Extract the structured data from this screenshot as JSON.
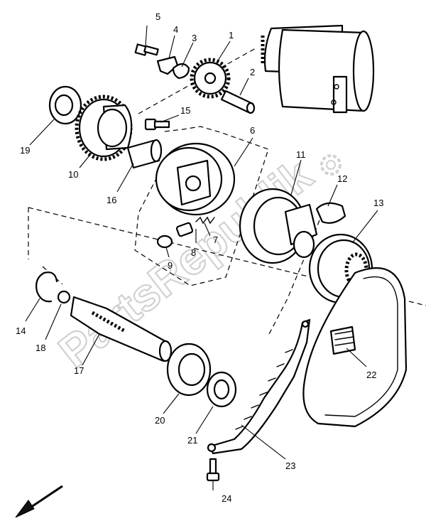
{
  "watermark": "PartsRepublik",
  "callouts": [
    "1",
    "2",
    "3",
    "4",
    "5",
    "6",
    "7",
    "8",
    "9",
    "10",
    "11",
    "12",
    "13",
    "14",
    "15",
    "16",
    "17",
    "18",
    "19",
    "20",
    "21",
    "22",
    "23",
    "24"
  ],
  "colors": {
    "ink": "#000000",
    "paper": "#ffffff",
    "watermark": "#c9c9c9"
  },
  "icons": {
    "watermark_symbol": "gear-icon",
    "direction": "front-arrow-icon"
  }
}
